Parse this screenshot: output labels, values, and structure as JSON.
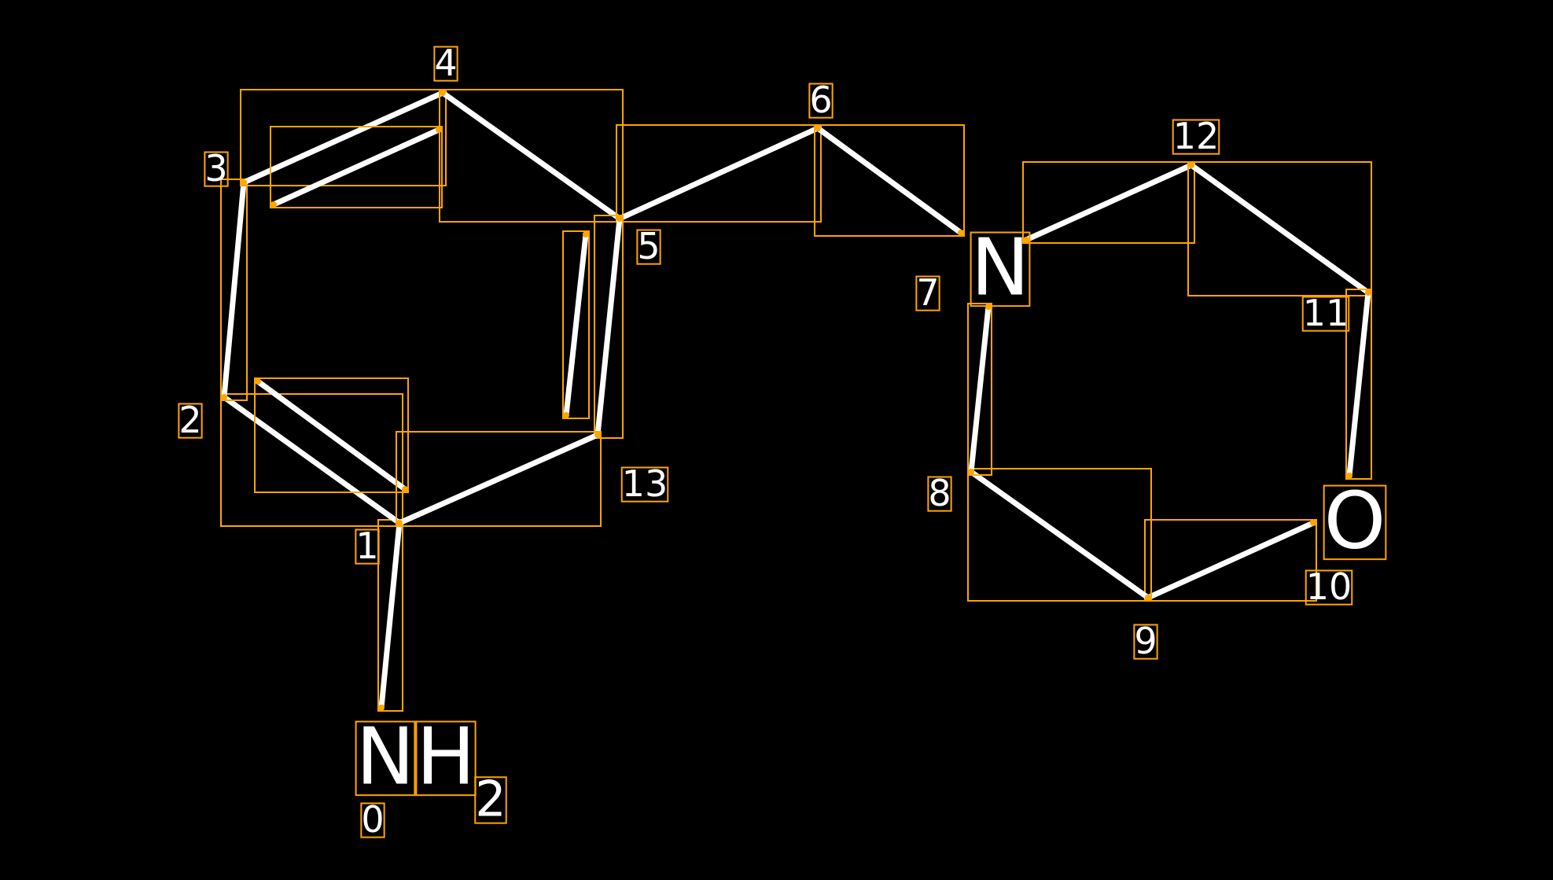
{
  "colors": {
    "background": "#000000",
    "bond": "#FFFFFF",
    "box": "#FFA500"
  },
  "atoms": [
    {
      "index": "0",
      "symbol": "NH",
      "subscript": "2"
    },
    {
      "index": "1"
    },
    {
      "index": "2"
    },
    {
      "index": "3"
    },
    {
      "index": "4"
    },
    {
      "index": "5"
    },
    {
      "index": "6"
    },
    {
      "index": "7",
      "symbol": "N"
    },
    {
      "index": "8"
    },
    {
      "index": "9"
    },
    {
      "index": "10",
      "symbol": "O"
    },
    {
      "index": "11"
    },
    {
      "index": "12"
    },
    {
      "index": "13"
    }
  ],
  "bonds": [
    {
      "a": 0,
      "b": 1,
      "order": 1
    },
    {
      "a": 1,
      "b": 2,
      "order": 2
    },
    {
      "a": 2,
      "b": 3,
      "order": 1
    },
    {
      "a": 3,
      "b": 4,
      "order": 2
    },
    {
      "a": 4,
      "b": 5,
      "order": 1
    },
    {
      "a": 5,
      "b": 6,
      "order": 1
    },
    {
      "a": 6,
      "b": 7,
      "order": 1
    },
    {
      "a": 7,
      "b": 12,
      "order": 1
    },
    {
      "a": 12,
      "b": 11,
      "order": 1
    },
    {
      "a": 11,
      "b": 10,
      "order": 1
    },
    {
      "a": 10,
      "b": 9,
      "order": 1
    },
    {
      "a": 9,
      "b": 8,
      "order": 1
    },
    {
      "a": 8,
      "b": 7,
      "order": 1
    },
    {
      "a": 5,
      "b": 13,
      "order": 2
    },
    {
      "a": 13,
      "b": 1,
      "order": 1
    }
  ]
}
